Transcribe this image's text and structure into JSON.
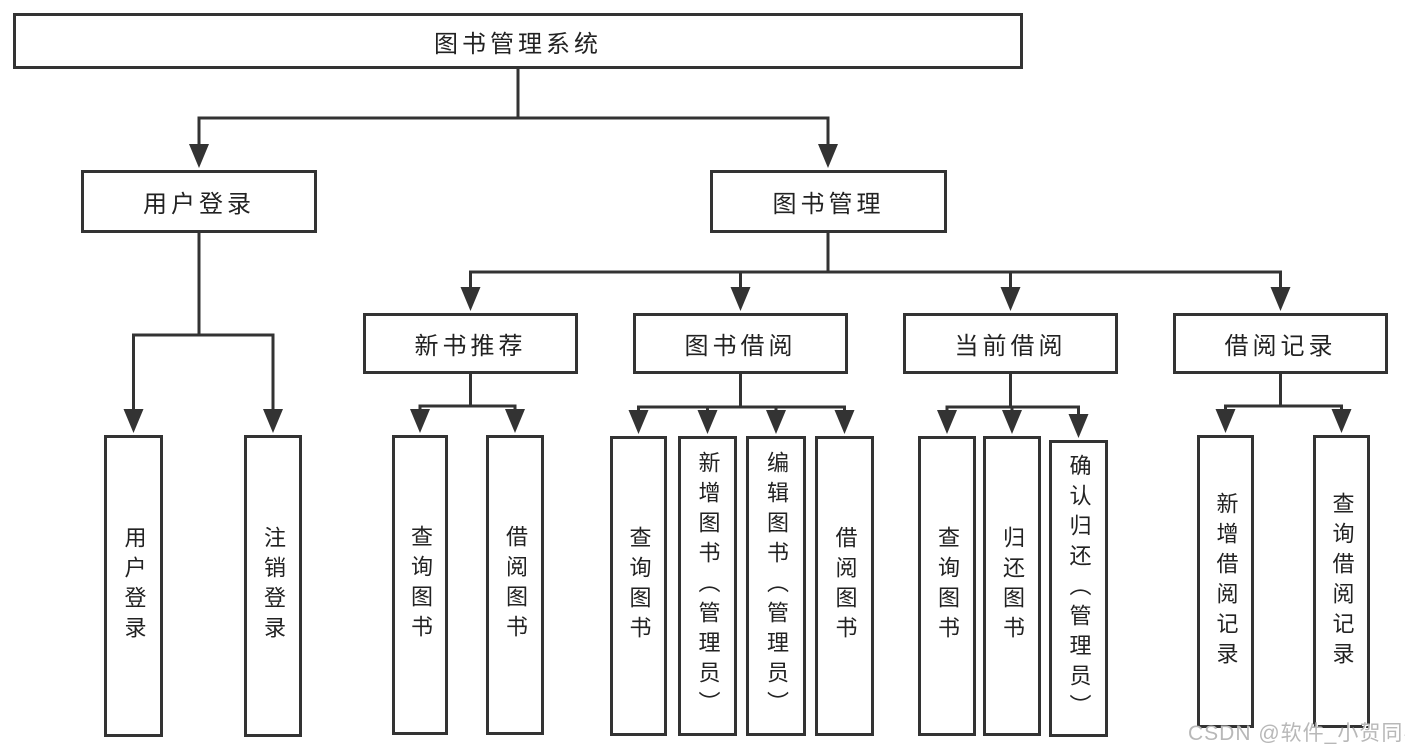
{
  "diagram": {
    "root": {
      "id": "library-management-system",
      "label": "图书管理系统"
    },
    "level2": [
      {
        "id": "user-login",
        "label": "用户登录",
        "parent": "library-management-system"
      },
      {
        "id": "book-management",
        "label": "图书管理",
        "parent": "library-management-system"
      }
    ],
    "level3": [
      {
        "id": "new-book-recommend",
        "label": "新书推荐",
        "parent": "book-management"
      },
      {
        "id": "book-borrowing",
        "label": "图书借阅",
        "parent": "book-management"
      },
      {
        "id": "current-borrowing",
        "label": "当前借阅",
        "parent": "book-management"
      },
      {
        "id": "borrowing-records",
        "label": "借阅记录",
        "parent": "book-management"
      }
    ],
    "leaves": [
      {
        "label": "用户登录",
        "parent": "user-login"
      },
      {
        "label": "注销登录",
        "parent": "user-login"
      },
      {
        "label": "查询图书",
        "parent": "new-book-recommend"
      },
      {
        "label": "借阅图书",
        "parent": "new-book-recommend"
      },
      {
        "label": "查询图书",
        "parent": "book-borrowing"
      },
      {
        "label": "新增图书（管理员）",
        "parent": "book-borrowing"
      },
      {
        "label": "编辑图书（管理员）",
        "parent": "book-borrowing"
      },
      {
        "label": "借阅图书",
        "parent": "book-borrowing"
      },
      {
        "label": "查询图书",
        "parent": "current-borrowing"
      },
      {
        "label": "归还图书",
        "parent": "current-borrowing"
      },
      {
        "label": "确认归还（管理员）",
        "parent": "current-borrowing"
      },
      {
        "label": "新增借阅记录",
        "parent": "borrowing-records"
      },
      {
        "label": "查询借阅记录",
        "parent": "borrowing-records"
      }
    ]
  },
  "watermark": {
    "text": "CSDN @软件_小贺同学"
  },
  "colors": {
    "line": "#333333",
    "box_border": "#333333",
    "text": "#222222",
    "background": "#ffffff",
    "watermark": "#b8b8b8"
  }
}
